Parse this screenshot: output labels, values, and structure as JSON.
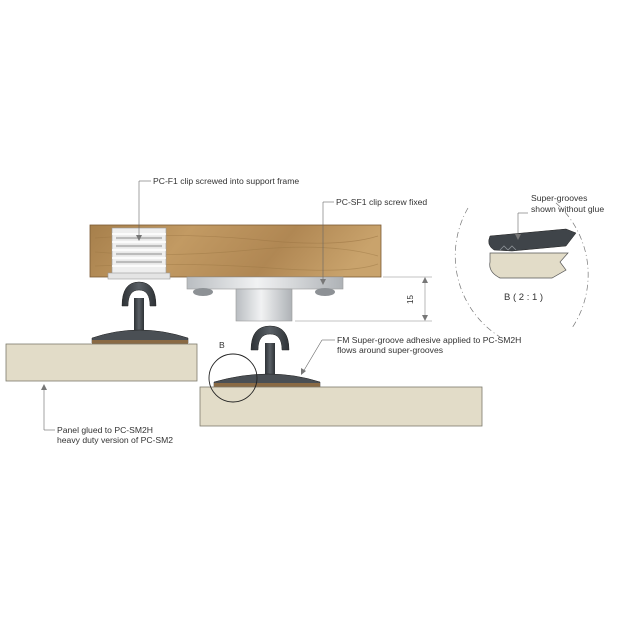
{
  "labels": {
    "pc_f1": "PC-F1 clip screwed into support frame",
    "pc_sf1": "PC-SF1 clip screw fixed",
    "super_grooves_1": "Super-grooves",
    "super_grooves_2": "shown without glue",
    "detail_scale": "B ( 2 : 1 )",
    "detail_marker": "B",
    "dimension": "15",
    "adhesive_1": "FM Super-groove adhesive applied to PC-SM2H",
    "adhesive_2": "flows around super-grooves",
    "panel_1": "Panel glued to PC-SM2H",
    "panel_2": "heavy duty version of PC-SM2"
  },
  "colors": {
    "wood": "#b8925c",
    "wood_grain": "#9c7744",
    "panel": "#e2dcc8",
    "metal": "#d9dcdf",
    "clip_dark": "#3f4449",
    "adhesive": "#8a6a44",
    "leader": "#666666",
    "dimension_line": "#888888"
  }
}
